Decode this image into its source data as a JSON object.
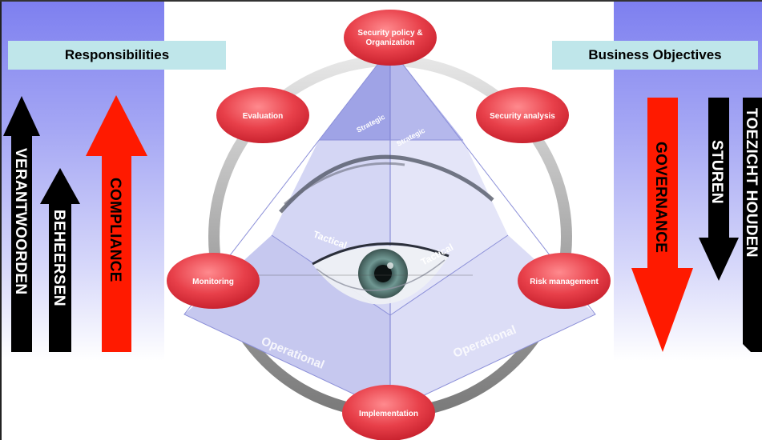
{
  "left_box": {
    "label": "Responsibilities"
  },
  "right_box": {
    "label": "Business Objectives"
  },
  "left_arrows": {
    "verantwoorden": "VERANTWOORDEN",
    "beheersen": "BEHEERSEN",
    "compliance": "COMPLIANCE"
  },
  "right_arrows": {
    "governance": "GOVERNANCE",
    "sturen": "STUREN",
    "toezicht": "TOEZICHT HOUDEN"
  },
  "cycle_nodes": {
    "security_policy_line1": "Security policy &",
    "security_policy_line2": "Organization",
    "security_analysis": "Security analysis",
    "risk_management": "Risk management",
    "implementation": "Implementation",
    "monitoring": "Monitoring",
    "evaluation": "Evaluation"
  },
  "pyramid_tiers": {
    "strategic_left": "Strategic",
    "strategic_right": "Strategic",
    "tactical_left": "Tactical",
    "tactical_right": "Tactical",
    "operational_left": "Operational",
    "operational_right": "Operational"
  },
  "colors": {
    "red": "#ff1a00",
    "node_red": "#e8404a",
    "black": "#000000",
    "pyramid": "#c9cbf0",
    "label_box": "#bfe6ea"
  }
}
